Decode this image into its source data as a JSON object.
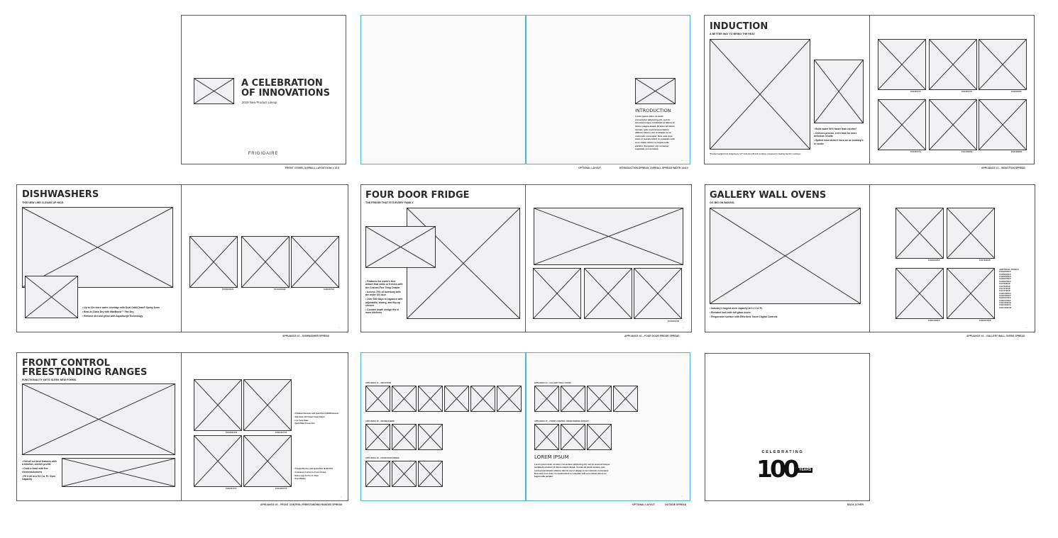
{
  "cover": {
    "title_line1": "A CELEBRATION",
    "title_line2": "OF INNOVATIONS",
    "subtitle": "2018 New Product Lineup",
    "brand": "FRIGIDAIRE",
    "caption": "FRONT COVER, OVERALL LAYOUT 8.5w x 10.5"
  },
  "intro": {
    "heading": "INTRODUCTION",
    "body": "Lorem ipsum dolor sit amet, consectetur adipiscing elit, sed do eiusmod tempor incididunt ut labore et dolore magna aliqua. Ut enim ad minim veniam, quis nostrud exercitation ullamco laboris nisi ut aliquip ex ea commodo consequat. Duis aute irure dolor in reprehenderit in voluptate velit esse cillum dolore eu fugiat nulla pariatur. Excepteur sint occaecat cupidatat non proident.",
    "caption_optional": "OPTIONAL LAYOUT",
    "caption": "INTRODUCTION SPREAD, OVERALL SPREAD WIDTH 14x10"
  },
  "induction": {
    "title": "INDUCTION",
    "subtitle": "A BETTER WAY TO BRING THE HEAT.",
    "bullets": [
      "Boils water 50% faster than electric*",
      "Delivers precise, even heat for more delicious results",
      "Spilled food doesn't burn on as cooktop's is cooler"
    ],
    "footnote": "*Product weight from shipping by 1/4\" Induction 36 inch cooktop compared to leading electric cooktops.",
    "models": [
      "FFIF3054TS",
      "FFIF3054TD",
      "FGIF3036TF",
      "FFIF3054TS",
      "FGIC3066TB",
      "FGIC3666TB"
    ],
    "caption": "APPLIANCE #1 – INDUCTION SPREAD"
  },
  "dishwashers": {
    "title": "DISHWASHERS",
    "subtitle": "THIS NEW LINE CLEANS UP NICE.",
    "bullets": [
      "Up to 12x more water coverage with Dual OrbitClean® Spray Arms",
      "Best-in-Class Dry with MaxBoost™ Fan Dry",
      "Remove dirt and grime with AquaSurge Technology"
    ],
    "models": [
      "FFCD2418US",
      "FGCD2456QF",
      "FGID2476SF"
    ],
    "caption": "APPLIANCE #2 – DISHWASHER SPREAD"
  },
  "fridge": {
    "title": "FOUR DOOR FRIDGE",
    "subtitle": "THE FRIDGE THAT FITS EVERY FAMILY.",
    "bullets": [
      "Features the world's first drawer that chills or freezes with the Custom-Flex Temp Drawer",
      "Access 70% of inventory with the wider 3/4 door",
      "Over 500 ways to organize with adjustable, sliding, and flip-up shelves",
      "Counter depth design fits in more kitchens"
    ],
    "models": [
      "FG4H2272UF"
    ],
    "caption": "APPLIANCE #3 – FOUR DOOR FRIDGE SPREAD"
  },
  "ovens": {
    "title": "GALLERY WALL OVENS",
    "subtitle": "GO BIG ON BAKING.",
    "bullets": [
      "Industry's largest oven capacity at 5.1 Cu. Ft.",
      "Elevated look with full glass doors",
      "Responsive surface with Effortless Touch Digital Controls"
    ],
    "models": [
      "FGEW3065UF",
      "FGET3066UF",
      "FGMC3066UF",
      "FGEW2766UF"
    ],
    "additional_heading": "ADDITIONAL MODELS",
    "additional": [
      "FGEW3069UF",
      "FGEW3065UF",
      "FGEW3066UF",
      "FGEW2765UF",
      "FGEW2766UF",
      "FGET3065UF",
      "FGET3066UF",
      "FGET2765UF",
      "FGET2766UF",
      "FGMC3065UF",
      "FGMC3066UF",
      "FGMC2765UF",
      "FGMC2766UF",
      "FGEC3068UB",
      "FGEC3068US",
      "FGEC3068UW"
    ],
    "caption": "APPLIANCE #4 – GALLERY WALL OVENS SPREAD"
  },
  "ranges": {
    "title_line1": "FRONT CONTROL",
    "title_line2": "FREESTANDING RANGES",
    "subtitle": "FUNCTIONALITY GETS SLEEK NEW FORMS.",
    "bullets": [
      "Get all our best features with a slimmer, sleeker profile",
      "Cook a feast with five elements/burners",
      "Fit it all in a 5.0 Cu. Ft. Oven Capacity"
    ],
    "models": [
      "FFEH3054US",
      "FGEH3047VF",
      "FGIH3047VF",
      "FGGH3047VF"
    ],
    "specs_top": [
      "5 Radiant Elements with Quick Boil 3,000W Element",
      "Self-Clean with Steam Clean Option",
      "Low Temp Bake",
      "Quick Bake Convection"
    ],
    "specs_bottom": [
      "5 Sealed Burners with Quick Boil 18,000 BTU",
      "Continuous Corner-to-Corner Grates",
      "Extra-Large 6.0 Cu. Ft. Oven",
      "Even Baking"
    ],
    "caption": "APPLIANCE #5 – FRONT CONTROL FREESTANDING RANGES SPREAD"
  },
  "outside": {
    "row_labels": [
      "APPLIANCE #1 – INDUCTION",
      "APPLIANCE #2 – DISHWASHERS",
      "APPLIANCE #3 – FOUR DOOR FRIDGE",
      "APPLIANCE #4 – GALLERY WALL OVENS",
      "APPLIANCE #5 – FRONT CONTROL FREESTANDING RANGES"
    ],
    "heading": "LOREM IPSUM",
    "body": "Lorem ipsum dolor sit amet, consectetur adipiscing elit, sed do eiusmod tempor incididunt ut labore et dolore magna aliqua. Ut enim ad minim veniam, quis nostrud exercitation ullamco laboris nisi ut aliquip ex ea commodo consequat. Duis aute irure dolor in reprehenderit in voluptate velit esse cillum dolore eu fugiat nulla pariatur.",
    "caption_optional": "OPTIONAL LAYOUT",
    "caption": "OUTSIDE SPREAD"
  },
  "back": {
    "logo_top": "CELEBRATING",
    "logo_number": "100",
    "logo_years": "YEARS",
    "caption": "BACK COVER"
  },
  "colors": {
    "optional_border": "#4bb6cf",
    "placeholder_fill": "#f0f0f2",
    "ink": "#2a2a2a"
  }
}
